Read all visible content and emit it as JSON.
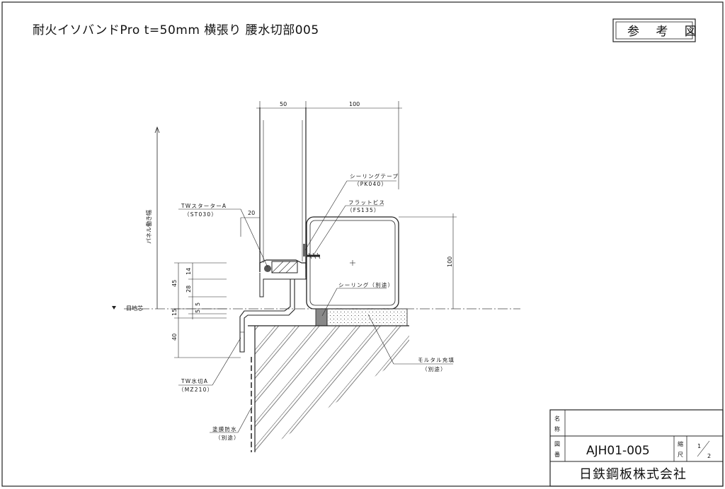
{
  "title": "耐火イソバンドPro t=50mm 横張り 腰水切部005",
  "stamp": "参 考 図",
  "labels": {
    "starter": "TWスターターA",
    "starter_code": "（ST030）",
    "sealing_tape": "シーリングテープ",
    "sealing_tape_code": "（PK040）",
    "flat_screw": "フラットビス",
    "flat_screw_code": "（FS135）",
    "sealing": "シーリング（別途）",
    "mortar": "モルタル充填",
    "mortar_note": "（別途）",
    "flashing": "TW水切A",
    "flashing_code": "（MZ210）",
    "waterproof": "塗膜防水",
    "waterproof_note": "（別途）",
    "panel_width": "パネル働き幅",
    "joint_center": "目地芯"
  },
  "dimensions": {
    "top_50": "50",
    "top_100": "100",
    "d20": "20",
    "right_100": "100",
    "d45": "45",
    "d14": "14",
    "d28": "28",
    "d15": "15",
    "d5a": "5",
    "d5b": "5",
    "d40": "40"
  },
  "title_block": {
    "name_label_1": "名",
    "name_label_2": "称",
    "drawing_no_label_1": "図",
    "drawing_no_label_2": "番",
    "drawing_no": "AJH01-005",
    "scale_label_1": "縮",
    "scale_label_2": "尺",
    "scale_num": "1",
    "scale_den": "2",
    "company": "日鉄鋼板株式会社"
  }
}
